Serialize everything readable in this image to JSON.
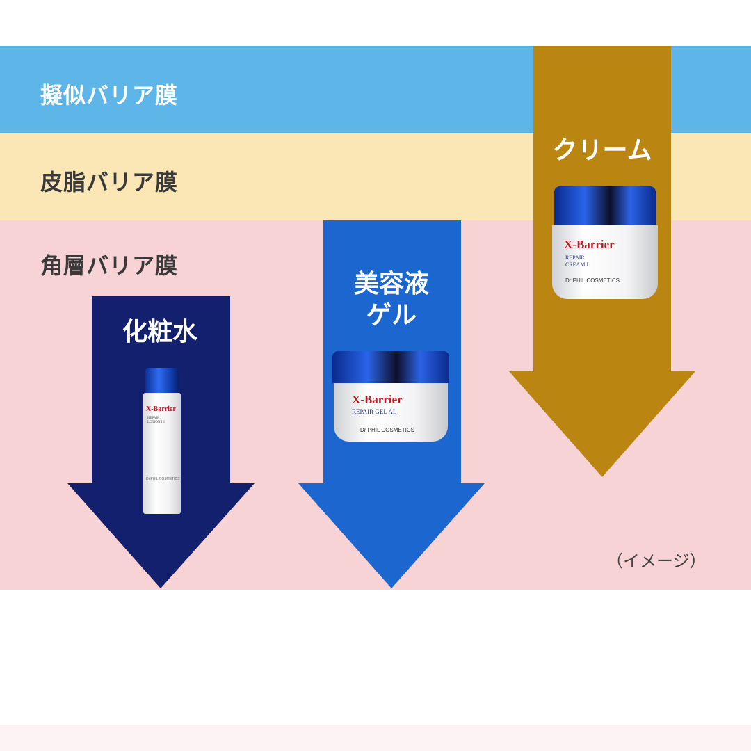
{
  "layers": {
    "pseudo_barrier": "擬似バリア膜",
    "sebum_barrier": "皮脂バリア膜",
    "stratum_barrier": "角層バリア膜"
  },
  "arrows": {
    "lotion": {
      "label": "化粧水",
      "color": "#13206e"
    },
    "gel": {
      "label_line1": "美容液",
      "label_line2": "ゲル",
      "color": "#1c67cf"
    },
    "cream": {
      "label": "クリーム",
      "color": "#bb8511"
    }
  },
  "products": {
    "lotion": {
      "brand": "X-Barrier",
      "name": "REPAIR\nLOTION III",
      "maker": "Dr.PHIL COSMETICS"
    },
    "gel": {
      "brand": "X-Barrier",
      "name": "REPAIR GEL AL",
      "maker": "Dr PHIL COSMETICS"
    },
    "cream": {
      "brand": "X-Barrier",
      "name": "REPAIR\nCREAM I",
      "maker": "Dr PHIL COSMETICS"
    }
  },
  "note": "（イメージ）"
}
